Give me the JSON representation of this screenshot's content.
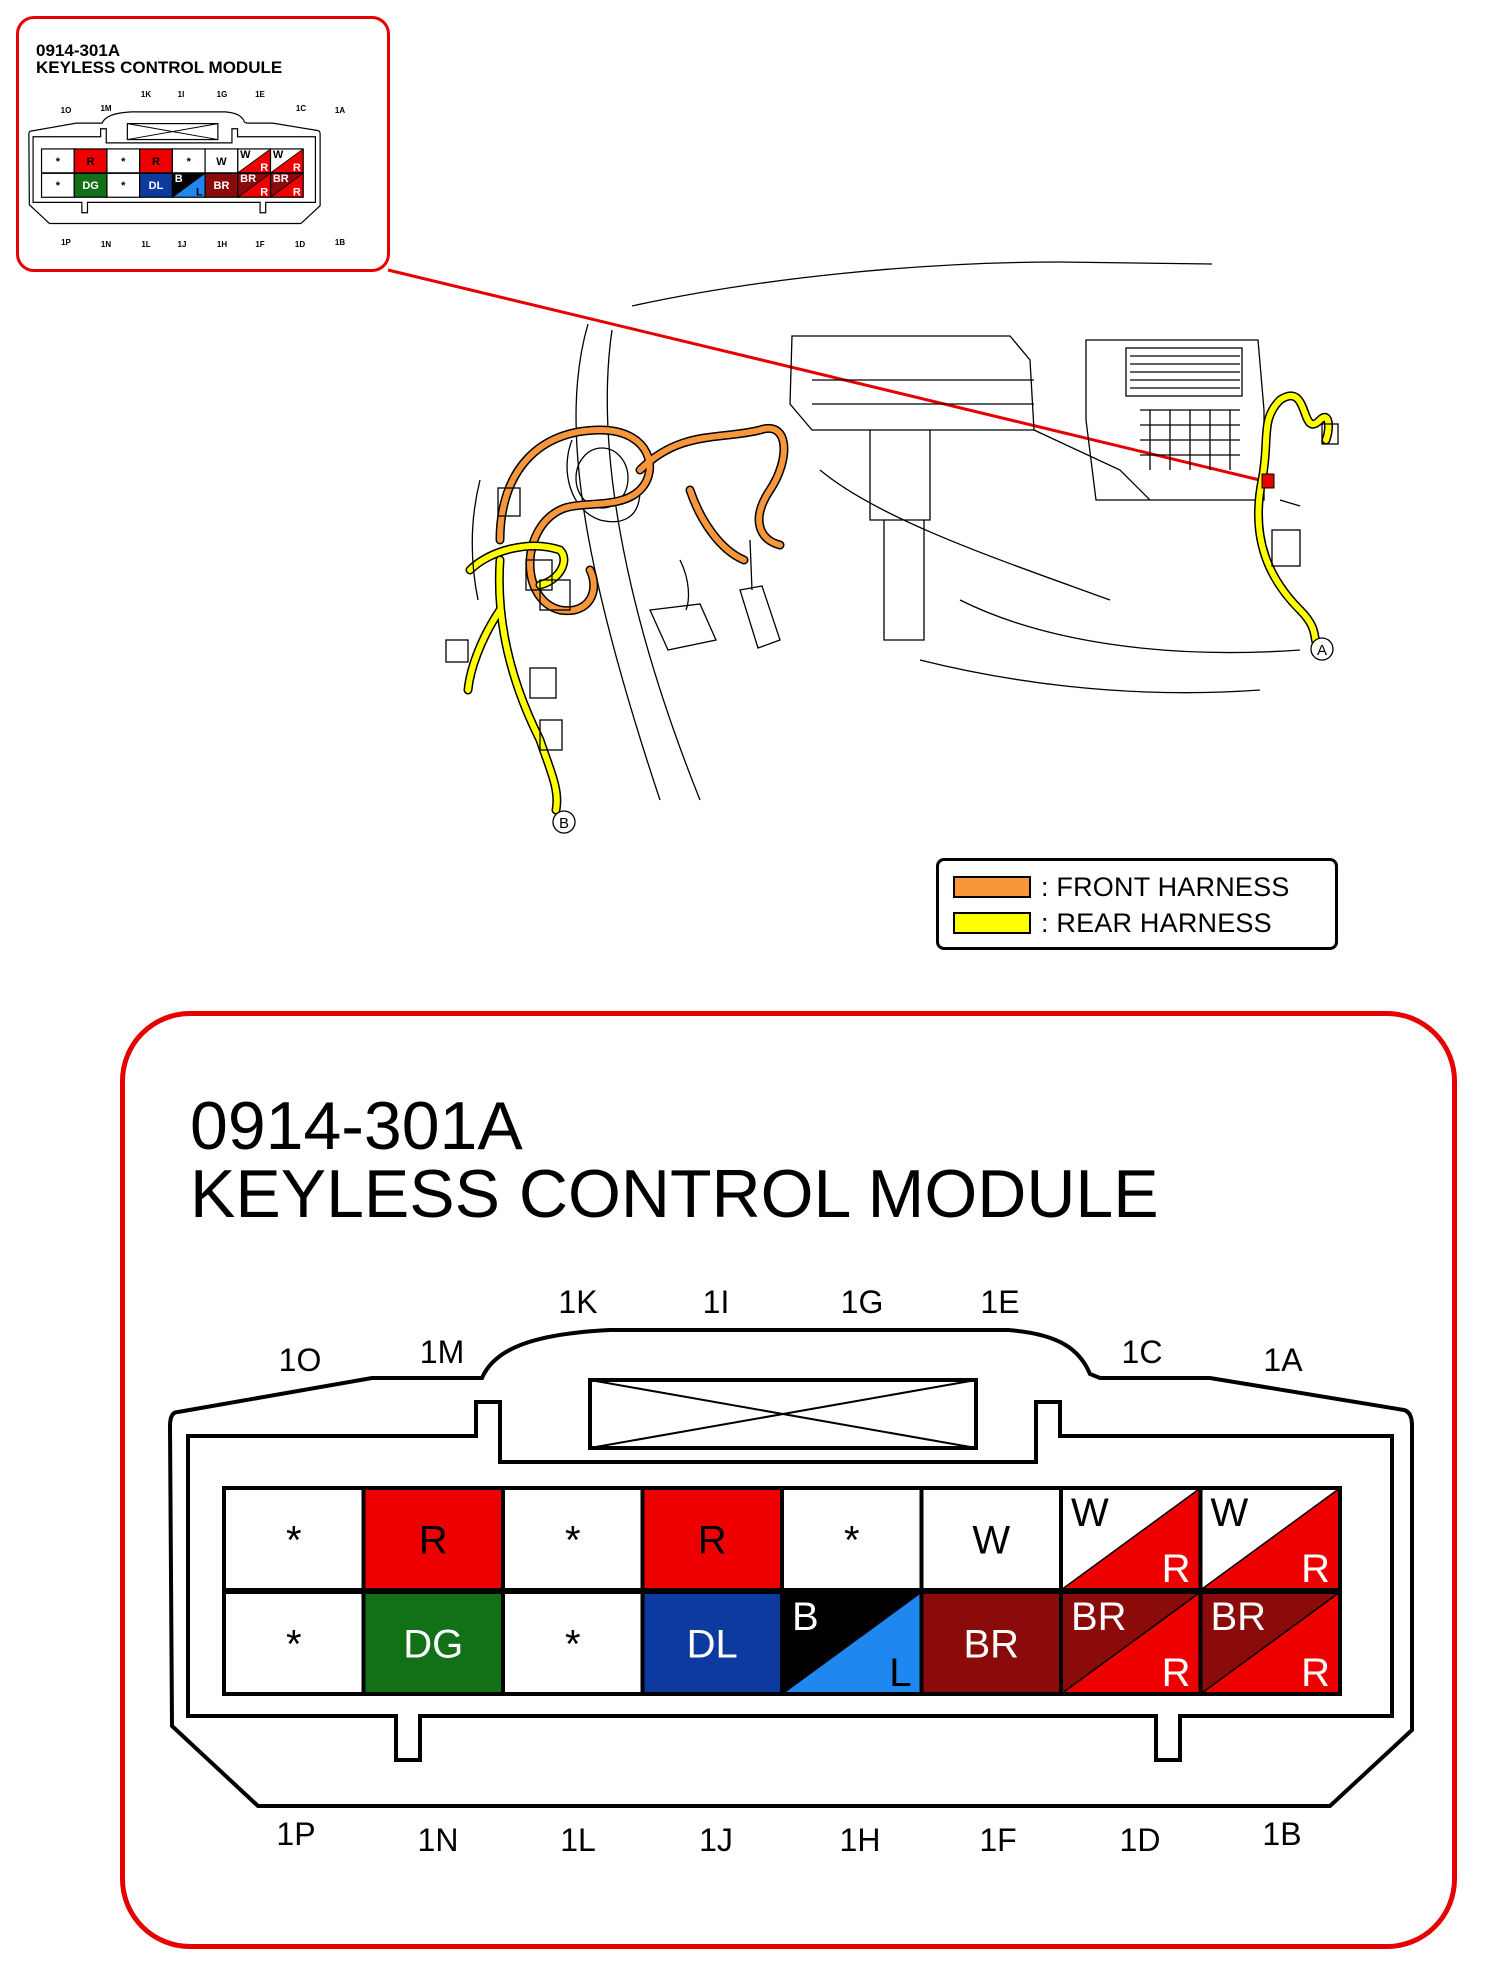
{
  "connector": {
    "part_number": "0914-301A",
    "name": "KEYLESS CONTROL MODULE",
    "top_pins": [
      "1O",
      "1M",
      "1K",
      "1I",
      "1G",
      "1E",
      "1C",
      "1A"
    ],
    "bottom_pins": [
      "1P",
      "1N",
      "1L",
      "1J",
      "1H",
      "1F",
      "1D",
      "1B"
    ],
    "top_row": [
      {
        "pin": "1O",
        "label": "*",
        "color": "#ffffff",
        "text": "#000000"
      },
      {
        "pin": "1M",
        "label": "R",
        "color": "#ee0000",
        "text": "#000000"
      },
      {
        "pin": "1K",
        "label": "*",
        "color": "#ffffff",
        "text": "#000000"
      },
      {
        "pin": "1I",
        "label": "R",
        "color": "#ee0000",
        "text": "#000000"
      },
      {
        "pin": "1G",
        "label": "*",
        "color": "#ffffff",
        "text": "#000000"
      },
      {
        "pin": "1E",
        "label": "W",
        "color": "#ffffff",
        "text": "#000000"
      },
      {
        "pin": "1C",
        "split": true,
        "top_label": "W",
        "bottom_label": "R",
        "top_color": "#ffffff",
        "bottom_color": "#ee0000",
        "top_text": "#000000",
        "bottom_text": "#ffffff"
      },
      {
        "pin": "1A",
        "split": true,
        "top_label": "W",
        "bottom_label": "R",
        "top_color": "#ffffff",
        "bottom_color": "#ee0000",
        "top_text": "#000000",
        "bottom_text": "#ffffff"
      }
    ],
    "bottom_row": [
      {
        "pin": "1P",
        "label": "*",
        "color": "#ffffff",
        "text": "#000000"
      },
      {
        "pin": "1N",
        "label": "DG",
        "color": "#127016",
        "text": "#ffffff"
      },
      {
        "pin": "1L",
        "label": "*",
        "color": "#ffffff",
        "text": "#000000"
      },
      {
        "pin": "1J",
        "label": "DL",
        "color": "#0d3a9e",
        "text": "#ffffff"
      },
      {
        "pin": "1H",
        "split": true,
        "top_label": "B",
        "bottom_label": "L",
        "top_color": "#000000",
        "bottom_color": "#1e88f0",
        "top_text": "#ffffff",
        "bottom_text": "#000000"
      },
      {
        "pin": "1F",
        "label": "BR",
        "color": "#8b0a0a",
        "text": "#ffffff"
      },
      {
        "pin": "1D",
        "split": true,
        "top_label": "BR",
        "bottom_label": "R",
        "top_color": "#8b0a0a",
        "bottom_color": "#ee0000",
        "top_text": "#ffffff",
        "bottom_text": "#ffffff"
      },
      {
        "pin": "1B",
        "split": true,
        "top_label": "BR",
        "bottom_label": "R",
        "top_color": "#8b0a0a",
        "bottom_color": "#ee0000",
        "top_text": "#ffffff",
        "bottom_text": "#ffffff"
      }
    ]
  },
  "legend": [
    {
      "label": ": FRONT HARNESS",
      "color": "#f7963a"
    },
    {
      "label": ": REAR HARNESS",
      "color": "#ffff00"
    }
  ],
  "callouts": {
    "a": "A",
    "b": "B"
  },
  "colors": {
    "accent_red": "#e60000",
    "front_harness": "#f7963a",
    "rear_harness": "#ffff00"
  }
}
